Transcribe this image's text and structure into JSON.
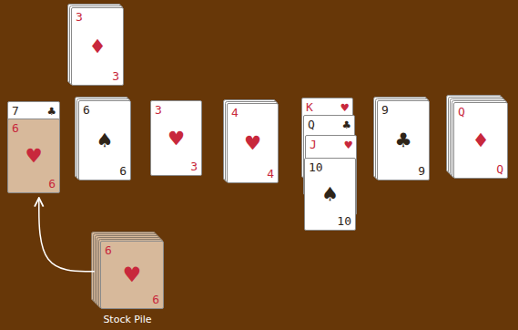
{
  "diagram": {
    "nodes": [
      {
        "text": [
          "3",
          "♦",
          "3"
        ]
      },
      {
        "text": [
          "7",
          "♣"
        ]
      },
      {
        "text": [
          "6",
          "♥",
          "6"
        ]
      },
      {
        "text": [
          "6",
          "♠",
          "6"
        ]
      },
      {
        "text": [
          "3",
          "♥",
          "3"
        ]
      },
      {
        "text": [
          "4",
          "♥",
          "4"
        ]
      },
      {
        "text": [
          "K",
          "♥"
        ]
      },
      {
        "text": [
          "Q",
          "♣"
        ]
      },
      {
        "text": [
          "J",
          "♥"
        ]
      },
      {
        "text": [
          "10",
          "♠",
          "10"
        ]
      },
      {
        "text": [
          "9",
          "♣",
          "9"
        ]
      },
      {
        "text": [
          "Q",
          "♦",
          "Q"
        ]
      },
      {
        "text": [
          "6",
          "♥",
          "6"
        ]
      }
    ],
    "edges": [
      {
        "from": 12,
        "to": 2,
        "arrow": "to"
      }
    ],
    "labels": [
      "Stock Pile"
    ]
  }
}
